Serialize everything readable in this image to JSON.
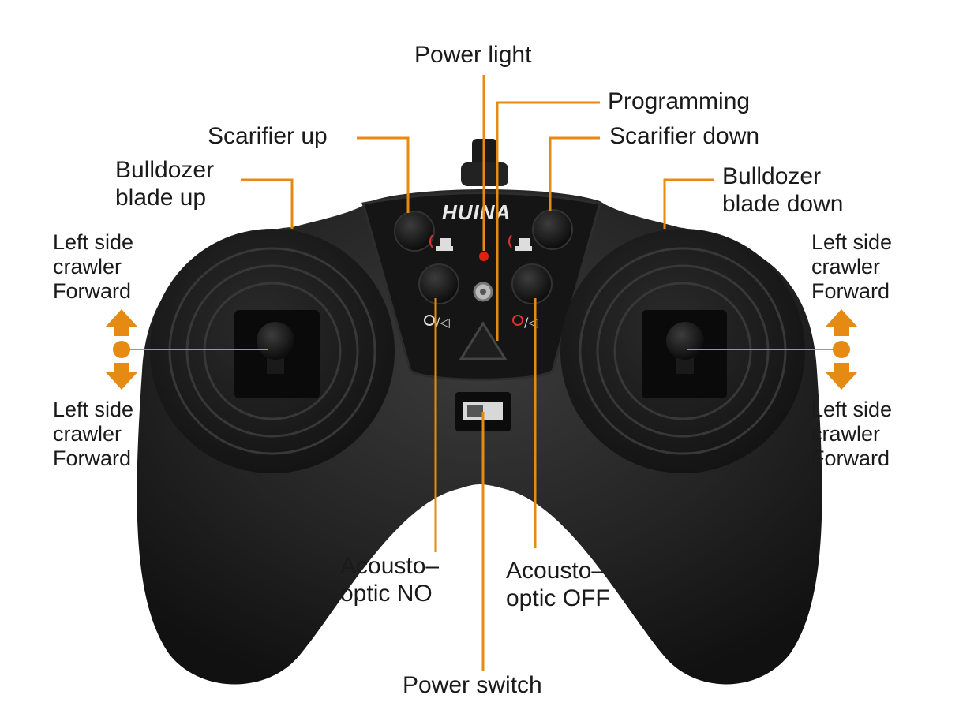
{
  "brand": "HUINA",
  "accent_color": "#E58A13",
  "controller_color": "#1c1c1c",
  "labels": {
    "power_light": "Power light",
    "programming": "Programming",
    "scarifier_up": "Scarifier up",
    "scarifier_down": "Scarifier down",
    "bulldozer_blade_up": "Bulldozer\nblade up",
    "bulldozer_blade_down": "Bulldozer\nblade down",
    "left_top": "Left side\ncrawler\nForward",
    "left_bottom": "Left side\ncrawler\nForward",
    "right_top": "Left side\ncrawler\nForward",
    "right_bottom": "Left side\ncrawler\nForward",
    "acousto_optic_on": "Acousto–\noptic NO",
    "acousto_optic_off": "Acousto–\noptic OFF",
    "power_switch": "Power switch"
  },
  "icons": [
    "up-arrow-icon",
    "down-arrow-icon",
    "pivot-dot-icon",
    "blade-up-icon",
    "blade-down-icon",
    "light-sound-icon",
    "light-sound-off-icon",
    "program-gear-icon"
  ]
}
